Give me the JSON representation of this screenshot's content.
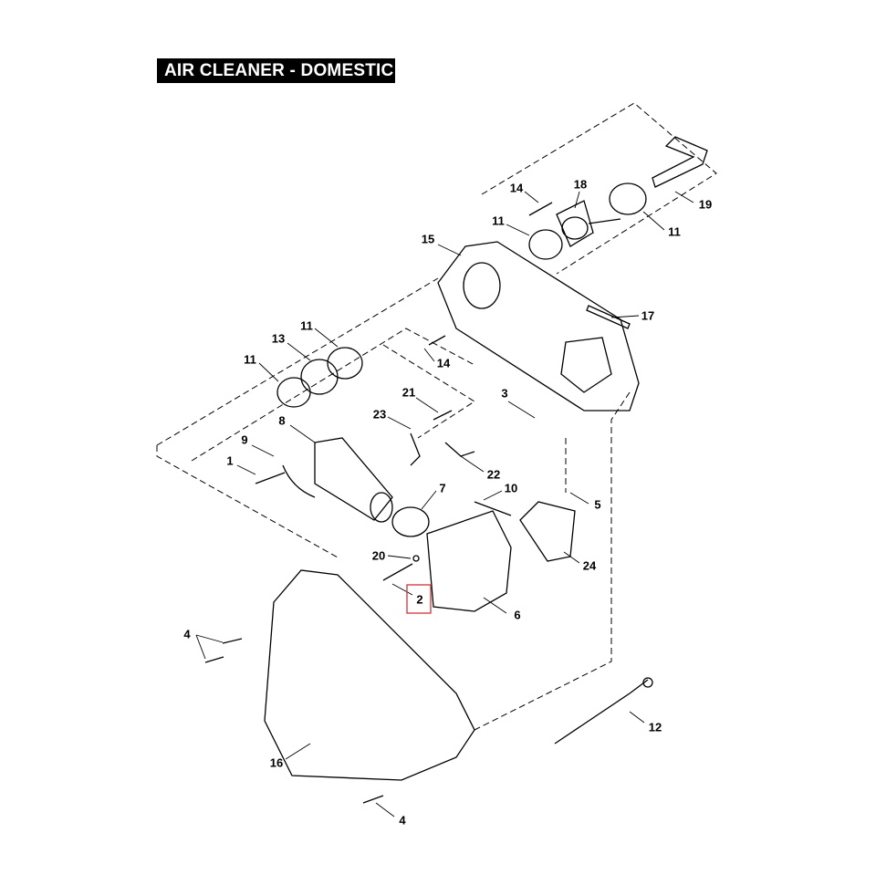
{
  "title": "AIR CLEANER - DOMESTIC",
  "highlight_color": "#d0343a",
  "highlighted_callout": "2",
  "callouts": [
    "19",
    "14",
    "18",
    "11",
    "11",
    "15",
    "17",
    "11",
    "13",
    "11",
    "14",
    "21",
    "3",
    "23",
    "8",
    "9",
    "1",
    "22",
    "7",
    "10",
    "5",
    "20",
    "24",
    "2",
    "6",
    "4",
    "12",
    "16",
    "4"
  ]
}
